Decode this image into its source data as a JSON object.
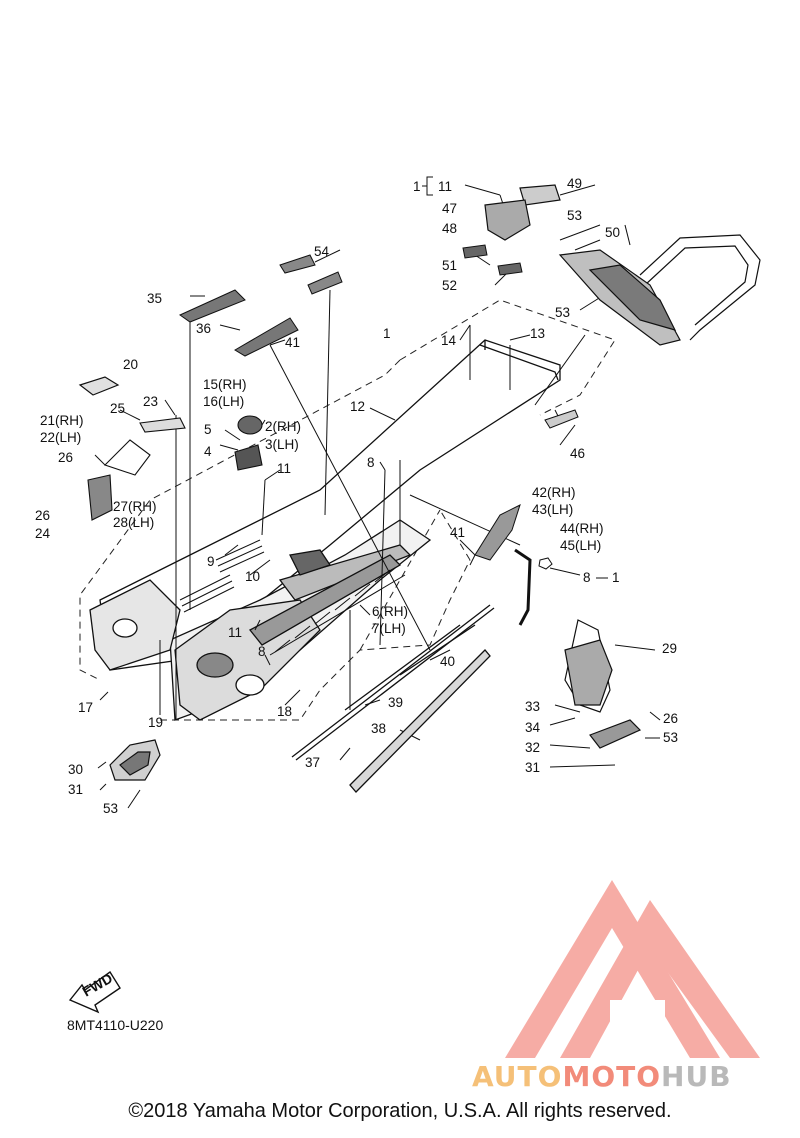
{
  "diagram": {
    "colors": {
      "line": "#111111",
      "dash": "#222222",
      "part_fill": "#d8d8d8",
      "dark_fill": "#555555"
    },
    "callouts": [
      {
        "id": "c11a",
        "text": "11"
      },
      {
        "id": "c1a",
        "text": "1"
      },
      {
        "id": "c49",
        "text": "49"
      },
      {
        "id": "c47",
        "text": "47"
      },
      {
        "id": "c48",
        "text": "48"
      },
      {
        "id": "c53a",
        "text": "53"
      },
      {
        "id": "c50",
        "text": "50"
      },
      {
        "id": "c54",
        "text": "54"
      },
      {
        "id": "c51",
        "text": "51"
      },
      {
        "id": "c52",
        "text": "52"
      },
      {
        "id": "c53b",
        "text": "53"
      },
      {
        "id": "c35",
        "text": "35"
      },
      {
        "id": "c36",
        "text": "36"
      },
      {
        "id": "c41a",
        "text": "41"
      },
      {
        "id": "c1b",
        "text": "1"
      },
      {
        "id": "c14",
        "text": "14"
      },
      {
        "id": "c13",
        "text": "13"
      },
      {
        "id": "c20",
        "text": "20"
      },
      {
        "id": "c15",
        "text": "15(RH)"
      },
      {
        "id": "c16",
        "text": "16(LH)"
      },
      {
        "id": "c25",
        "text": "25"
      },
      {
        "id": "c23",
        "text": "23"
      },
      {
        "id": "c12",
        "text": "12"
      },
      {
        "id": "c21",
        "text": "21(RH)"
      },
      {
        "id": "c22",
        "text": "22(LH)"
      },
      {
        "id": "c5",
        "text": "5"
      },
      {
        "id": "c2",
        "text": "2(RH)"
      },
      {
        "id": "c3",
        "text": "3(LH)"
      },
      {
        "id": "c46",
        "text": "46"
      },
      {
        "id": "c4",
        "text": "4"
      },
      {
        "id": "c26a",
        "text": "26"
      },
      {
        "id": "c11b",
        "text": "11"
      },
      {
        "id": "c8a",
        "text": "8"
      },
      {
        "id": "c42",
        "text": "42(RH)"
      },
      {
        "id": "c43",
        "text": "43(LH)"
      },
      {
        "id": "c27",
        "text": "27(RH)"
      },
      {
        "id": "c28",
        "text": "28(LH)"
      },
      {
        "id": "c26b",
        "text": "26"
      },
      {
        "id": "c24",
        "text": "24"
      },
      {
        "id": "c44",
        "text": "44(RH)"
      },
      {
        "id": "c45",
        "text": "45(LH)"
      },
      {
        "id": "c41b",
        "text": "41"
      },
      {
        "id": "c9",
        "text": "9"
      },
      {
        "id": "c10",
        "text": "10"
      },
      {
        "id": "c8b",
        "text": "8"
      },
      {
        "id": "c1c",
        "text": "1"
      },
      {
        "id": "c6",
        "text": "6(RH)"
      },
      {
        "id": "c7",
        "text": "7(LH)"
      },
      {
        "id": "c11c",
        "text": "11"
      },
      {
        "id": "c29",
        "text": "29"
      },
      {
        "id": "c8c",
        "text": "8"
      },
      {
        "id": "c40",
        "text": "40"
      },
      {
        "id": "c17",
        "text": "17"
      },
      {
        "id": "c19",
        "text": "19"
      },
      {
        "id": "c18",
        "text": "18"
      },
      {
        "id": "c39",
        "text": "39"
      },
      {
        "id": "c33",
        "text": "33"
      },
      {
        "id": "c34",
        "text": "34"
      },
      {
        "id": "c26c",
        "text": "26"
      },
      {
        "id": "c38",
        "text": "38"
      },
      {
        "id": "c32",
        "text": "32"
      },
      {
        "id": "c53c",
        "text": "53"
      },
      {
        "id": "c30",
        "text": "30"
      },
      {
        "id": "c37",
        "text": "37"
      },
      {
        "id": "c31a",
        "text": "31"
      },
      {
        "id": "c31b",
        "text": "31"
      },
      {
        "id": "c53d",
        "text": "53"
      }
    ],
    "fwd_label": "FWD",
    "drawing_code": "8MT4110-U220"
  },
  "watermark": {
    "part1": "AUTO",
    "part2": "MOTO",
    "part3": "HUB"
  },
  "copyright": "©2018 Yamaha Motor Corporation, U.S.A. All rights reserved."
}
